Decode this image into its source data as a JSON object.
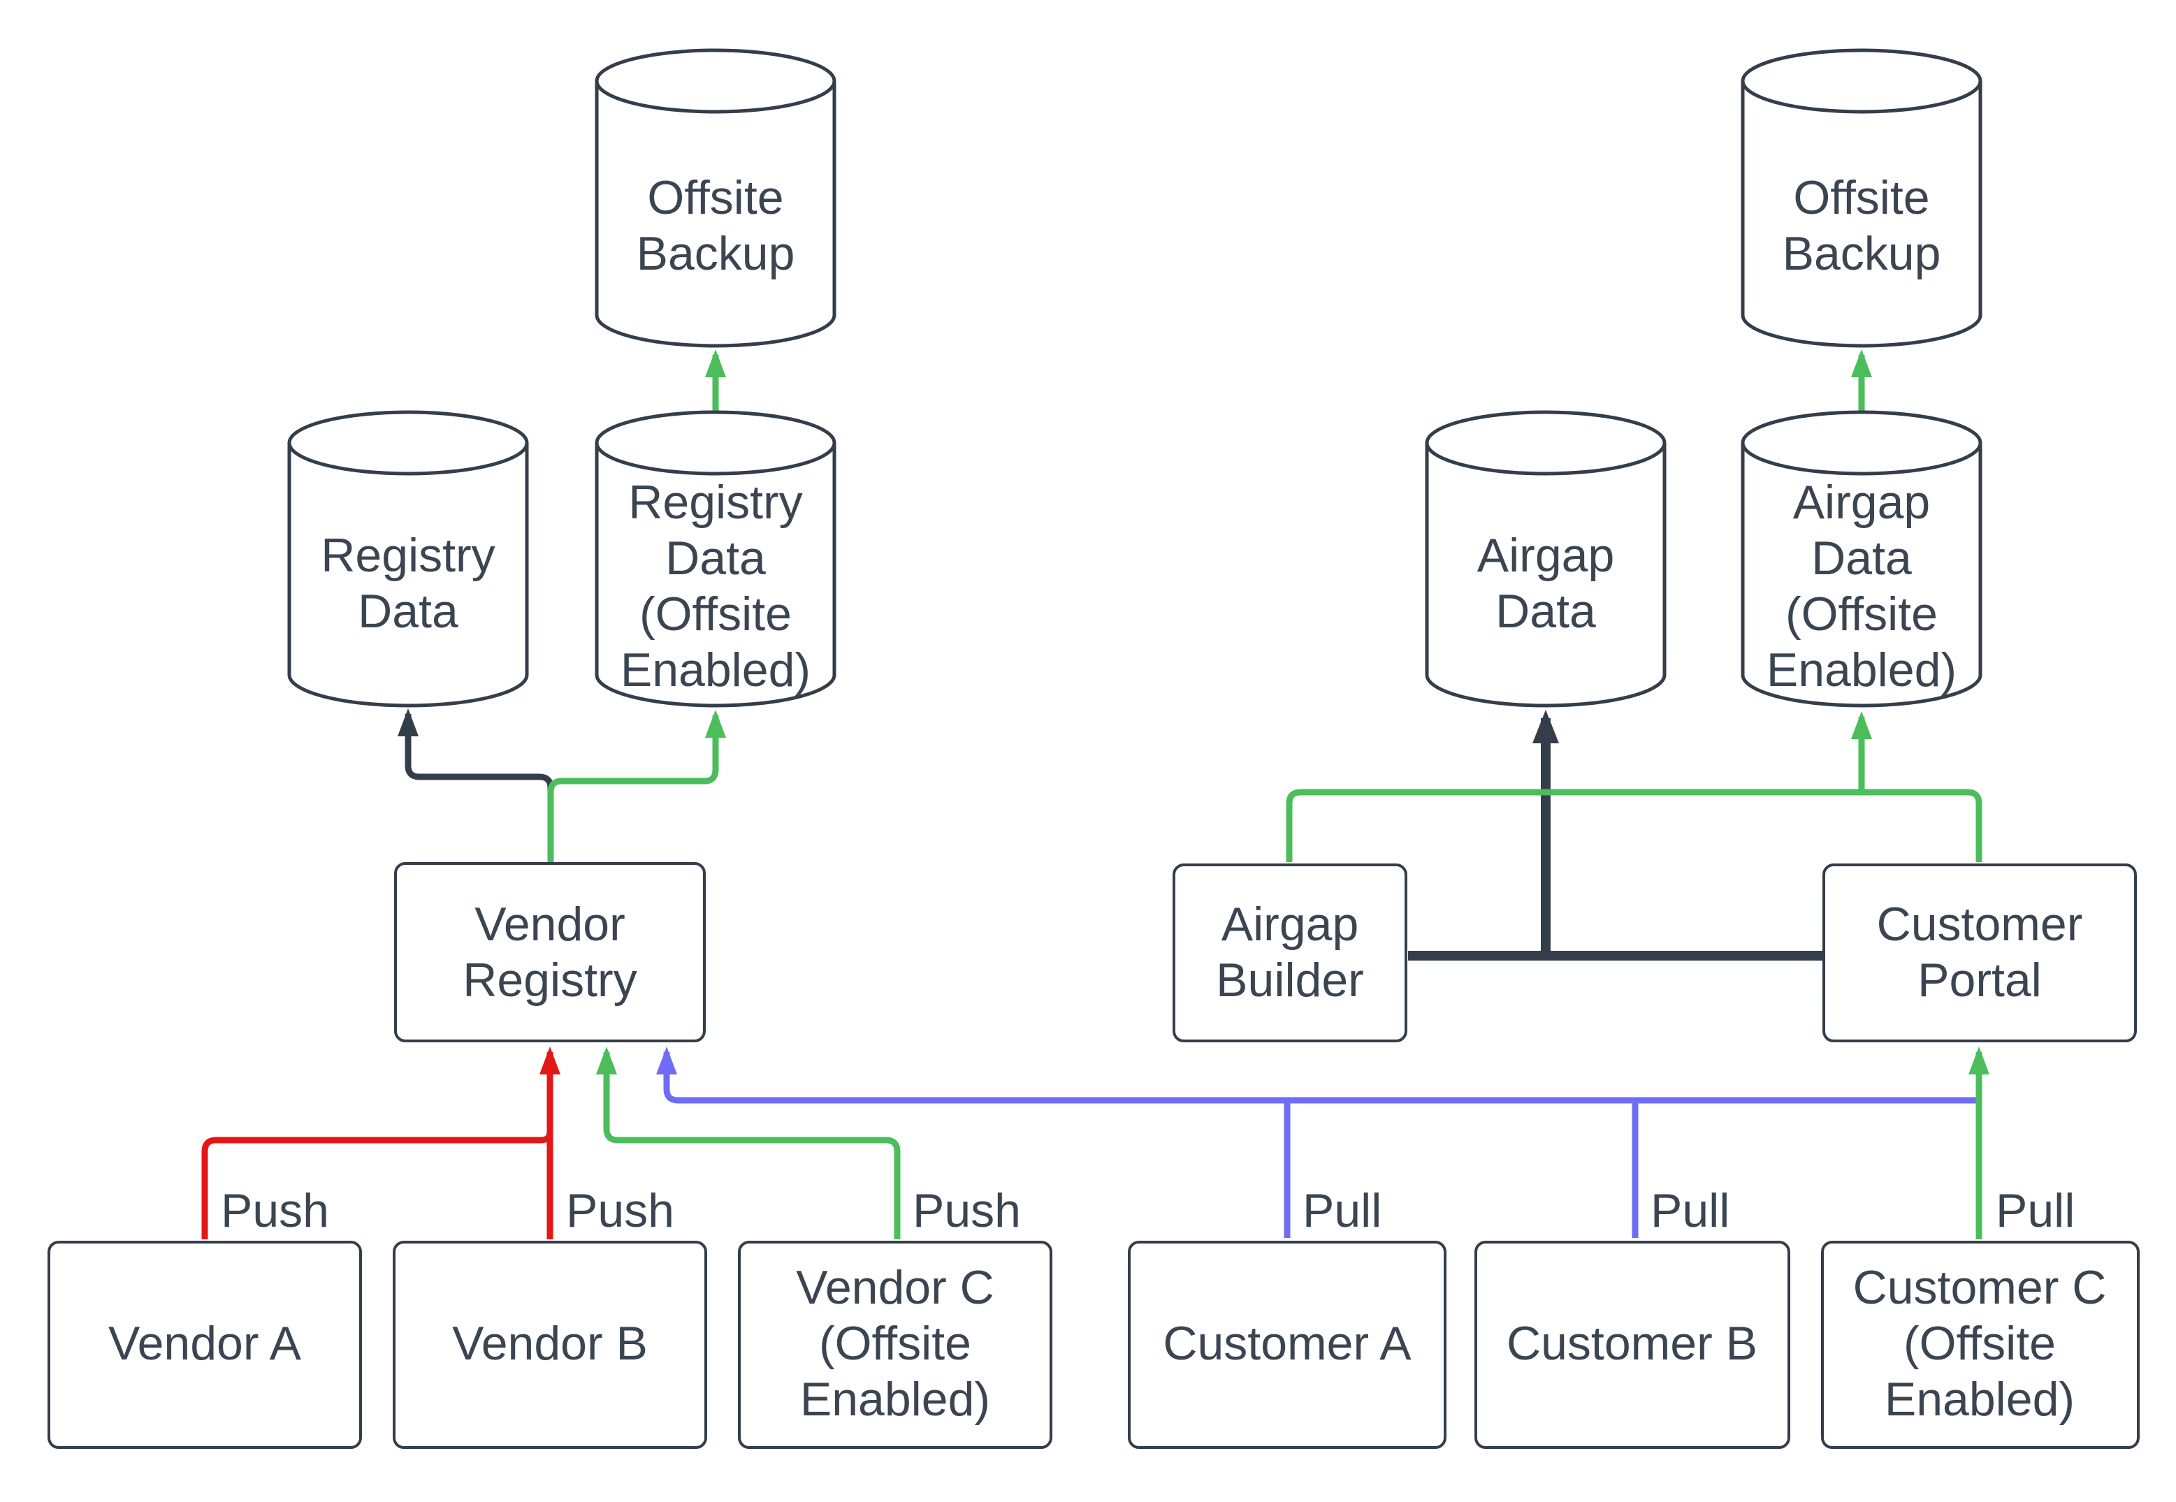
{
  "colors": {
    "outline": "#343e4b",
    "text": "#3b4552",
    "dark_edge": "#343e4b",
    "red": "#e41717",
    "green": "#4cbd5b",
    "blue": "#6f6df6"
  },
  "nodes": {
    "offsite_backup_left": {
      "label": "Offsite\nBackup",
      "type": "cylinder"
    },
    "registry_data": {
      "label": "Registry\nData",
      "type": "cylinder"
    },
    "registry_data_offsite": {
      "label": "Registry\nData\n(Offsite\nEnabled)",
      "type": "cylinder"
    },
    "offsite_backup_right": {
      "label": "Offsite\nBackup",
      "type": "cylinder"
    },
    "airgap_data": {
      "label": "Airgap\nData",
      "type": "cylinder"
    },
    "airgap_data_offsite": {
      "label": "Airgap\nData\n(Offsite\nEnabled)",
      "type": "cylinder"
    },
    "vendor_registry": {
      "label": "Vendor\nRegistry",
      "type": "box"
    },
    "airgap_builder": {
      "label": "Airgap\nBuilder",
      "type": "box"
    },
    "customer_portal": {
      "label": "Customer\nPortal",
      "type": "box"
    },
    "vendor_a": {
      "label": "Vendor A",
      "type": "box"
    },
    "vendor_b": {
      "label": "Vendor B",
      "type": "box"
    },
    "vendor_c": {
      "label": "Vendor C\n(Offsite\nEnabled)",
      "type": "box"
    },
    "customer_a": {
      "label": "Customer A",
      "type": "box"
    },
    "customer_b": {
      "label": "Customer B",
      "type": "box"
    },
    "customer_c": {
      "label": "Customer C\n(Offsite\nEnabled)",
      "type": "box"
    }
  },
  "edge_labels": {
    "push_a": "Push",
    "push_b": "Push",
    "push_c": "Push",
    "pull_a": "Pull",
    "pull_b": "Pull",
    "pull_c": "Pull"
  },
  "edges": [
    {
      "from": "vendor_a",
      "to": "vendor_registry",
      "color": "red",
      "label": "Push"
    },
    {
      "from": "vendor_b",
      "to": "vendor_registry",
      "color": "red",
      "label": "Push"
    },
    {
      "from": "vendor_c",
      "to": "vendor_registry",
      "color": "green",
      "label": "Push"
    },
    {
      "from": "vendor_registry",
      "to": "registry_data",
      "color": "dark"
    },
    {
      "from": "vendor_registry",
      "to": "registry_data_offsite",
      "color": "green"
    },
    {
      "from": "registry_data_offsite",
      "to": "offsite_backup_left",
      "color": "green"
    },
    {
      "from": "customer_a",
      "to": "vendor_registry",
      "color": "blue",
      "label": "Pull"
    },
    {
      "from": "customer_b",
      "to": "vendor_registry",
      "color": "blue",
      "label": "Pull"
    },
    {
      "from": "customer_c",
      "to": "customer_portal",
      "color": "green",
      "label": "Pull"
    },
    {
      "from": "airgap_builder",
      "to": "airgap_data",
      "color": "dark"
    },
    {
      "from": "customer_portal",
      "to": "airgap_data",
      "color": "dark"
    },
    {
      "from": "airgap_builder",
      "to": "customer_portal",
      "color": "green"
    },
    {
      "from": "customer_portal",
      "to": "airgap_data_offsite",
      "color": "green"
    },
    {
      "from": "airgap_data_offsite",
      "to": "offsite_backup_right",
      "color": "green"
    }
  ]
}
